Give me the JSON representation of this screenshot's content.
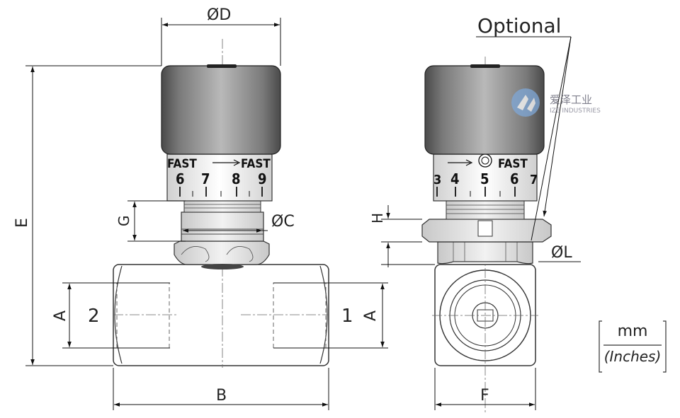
{
  "labels": {
    "d": "ØD",
    "c": "ØC",
    "l": "ØL",
    "e": "E",
    "g": "G",
    "h": "H",
    "a_left": "A",
    "a_right": "A",
    "b": "B",
    "f": "F",
    "port_2": "2",
    "port_1": "1",
    "optional": "Optional"
  },
  "knob_left": {
    "fast_left": "FAST",
    "fast_right": "FAST",
    "digits": [
      "6",
      "7",
      "8",
      "9"
    ]
  },
  "knob_right": {
    "fast": "FAST",
    "digits": [
      "3",
      "4",
      "5",
      "6",
      "7"
    ]
  },
  "watermark": {
    "cn": "爱泽工业",
    "en": "IZE INDUSTRIES"
  },
  "units": {
    "primary": "mm",
    "secondary": "(Inches)"
  }
}
